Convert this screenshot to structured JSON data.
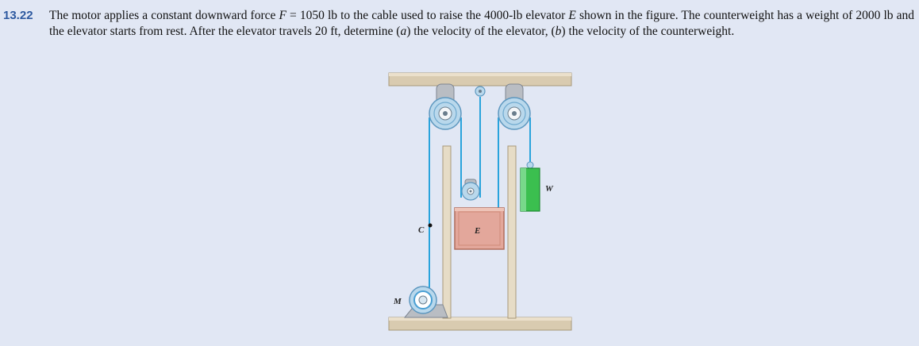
{
  "problem": {
    "number": "13.22",
    "text_parts": [
      "The motor applies a constant downward force ",
      "F",
      " = 1050 lb to the cable used to raise the 4000-lb elevator ",
      "E",
      " shown in the figure. The counterweight has a weight of 2000 lb and the elevator starts from rest. After the elevator travels 20 ft, determine (",
      "a",
      ") the velocity of the elevator, (",
      "b",
      ") the velocity of the counterweight."
    ]
  },
  "figure": {
    "labels": {
      "elevator": "E",
      "counterweight": "W",
      "point_c": "C",
      "motor": "M"
    },
    "colors": {
      "cable": "#29a3dc",
      "frame": "#d9cbb0",
      "elevator": "#e3a79b",
      "counterweight": "#3bbf4f",
      "pulley": "#b9d8ec",
      "background": "#e1e7f4"
    },
    "icons": {
      "left_pulley": "pulley-icon",
      "right_pulley": "pulley-icon",
      "top_pulley": "pulley-icon",
      "elevator_pulley": "pulley-icon",
      "motor": "motor-icon"
    }
  }
}
